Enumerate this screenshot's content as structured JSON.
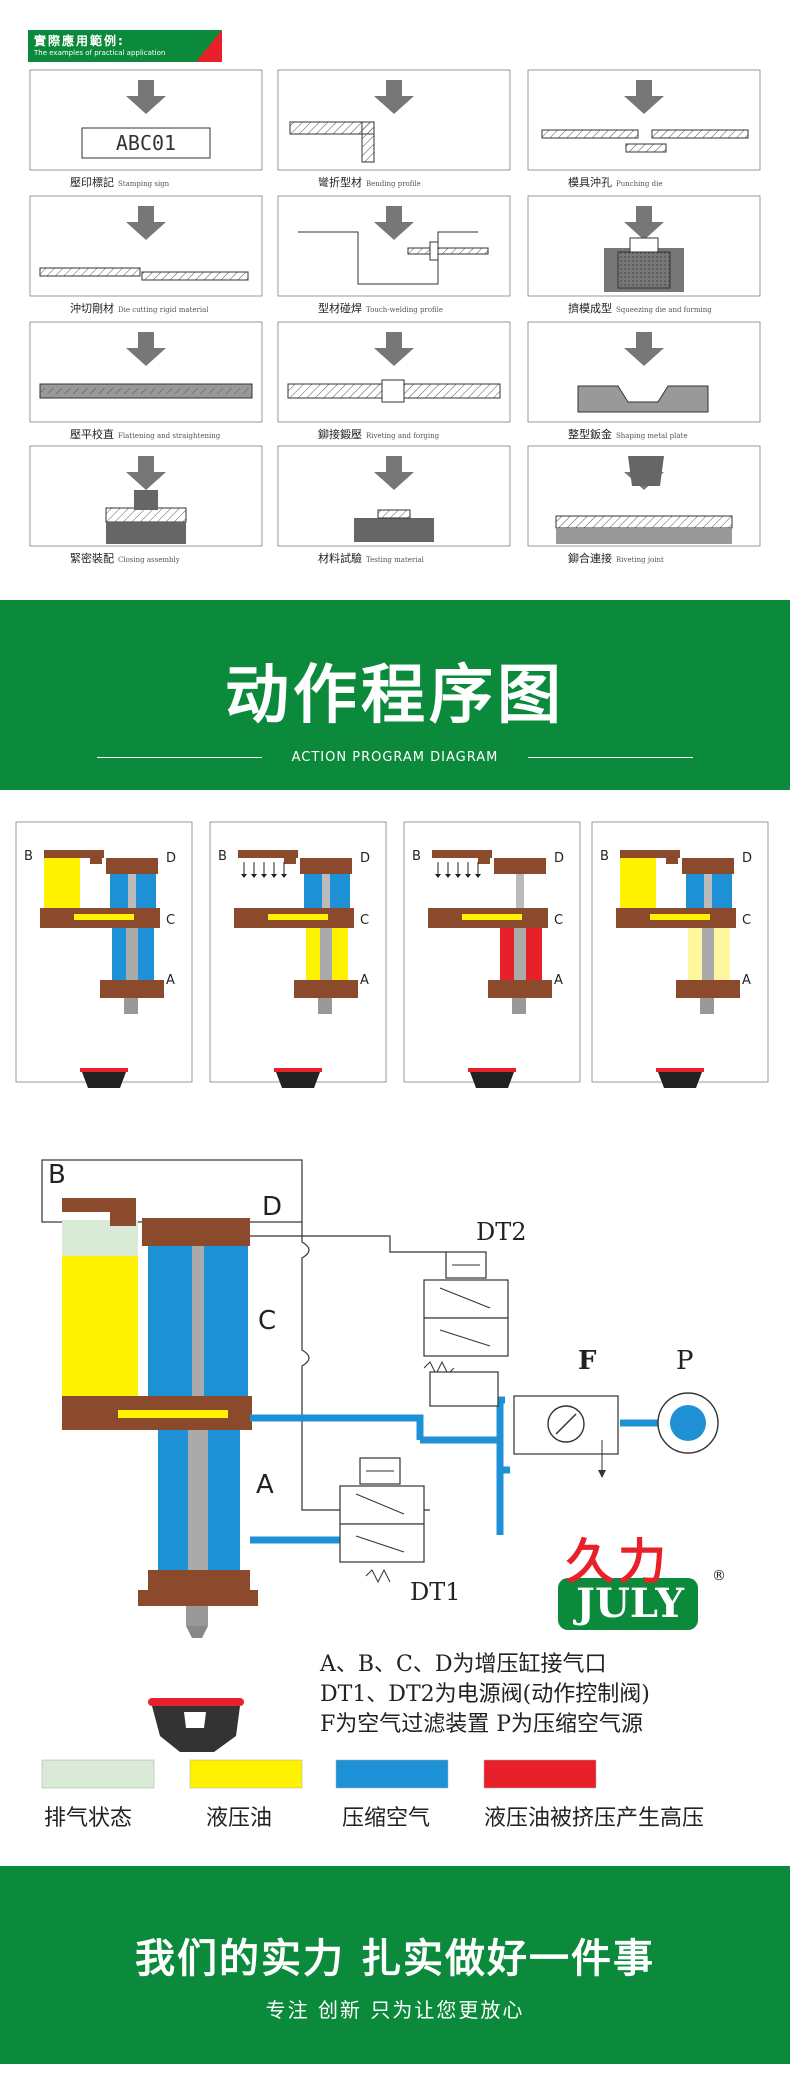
{
  "header_badge": {
    "title_cn": "實際應用範例:",
    "title_en": "The examples of practical application"
  },
  "examples": [
    {
      "cn": "壓印標記",
      "en": "Stamping sign",
      "sample": "ABC01"
    },
    {
      "cn": "彎折型材",
      "en": "Bending profile"
    },
    {
      "cn": "模具沖孔",
      "en": "Punching die"
    },
    {
      "cn": "沖切剛材",
      "en": "Die cutting rigid material"
    },
    {
      "cn": "型材碰焊",
      "en": "Touch-welding profile"
    },
    {
      "cn": "擠模成型",
      "en": "Squeezing die and forming"
    },
    {
      "cn": "壓平校直",
      "en": "Flattening and straightening"
    },
    {
      "cn": "鉚接鍛壓",
      "en": "Riveting and forging"
    },
    {
      "cn": "整型鈑金",
      "en": "Shaping metal plate"
    },
    {
      "cn": "緊密裝配",
      "en": "Closing assembly"
    },
    {
      "cn": "材料試驗",
      "en": "Testing material"
    },
    {
      "cn": "鉚合連接",
      "en": "Riveting joint"
    }
  ],
  "section1": {
    "title": "动作程序图",
    "subtitle": "ACTION PROGRAM DIAGRAM"
  },
  "stage_labels": {
    "b": "B",
    "c": "C",
    "d": "D",
    "a": "A"
  },
  "diagram": {
    "labels": {
      "b": "B",
      "c": "C",
      "d": "D",
      "a": "A",
      "dt1": "DT1",
      "dt2": "DT2",
      "f": "F",
      "p": "P"
    },
    "brand_cn": "久力",
    "brand_en": "JULY",
    "reg": "®"
  },
  "legend_text": [
    "A、B、C、D为增压缸接气口",
    "DT1、DT2为电源阀(动作控制阀)",
    "F为空气过滤装置 P为压缩空气源"
  ],
  "state_legend": [
    {
      "label": "排气状态",
      "color": "#d9ead6"
    },
    {
      "label": "液压油",
      "color": "#fff200"
    },
    {
      "label": "压缩空气",
      "color": "#1e90d6"
    },
    {
      "label": "液压油被挤压产生高压",
      "color": "#e8202a"
    }
  ],
  "colors": {
    "green": "#0a8a3a",
    "brown": "#8b4a2b",
    "blue": "#1e90d6",
    "yellow": "#fff200",
    "red": "#e8202a",
    "exhaust": "#d9ead6"
  },
  "footer": {
    "slogan": "我们的实力 扎实做好一件事",
    "tagline": "专注 创新 只为让您更放心"
  }
}
